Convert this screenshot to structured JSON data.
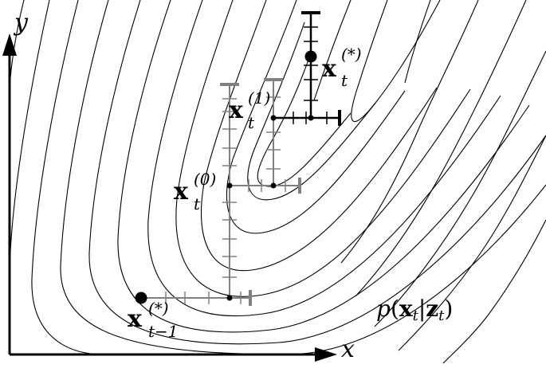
{
  "axes": {
    "x_label": "x",
    "y_label": "y"
  },
  "labels": {
    "x_prev_star": {
      "base": "x",
      "sub": "t−1",
      "sup": "(*)"
    },
    "x_t0": {
      "base": "x",
      "sub": "t",
      "sup": "(0)"
    },
    "x_t1": {
      "base": "x",
      "sub": "t",
      "sup": "(1)"
    },
    "x_t_star": {
      "base": "x",
      "sub": "t",
      "sup": "(*)"
    },
    "likelihood": {
      "p": "p",
      "open": "(",
      "x": "x",
      "x_sub": "t",
      "bar": "|",
      "z": "z",
      "z_sub": "t",
      "close": ")"
    }
  },
  "colors": {
    "contour": "#000000",
    "path_gray": "#808080",
    "path_black": "#000000"
  }
}
